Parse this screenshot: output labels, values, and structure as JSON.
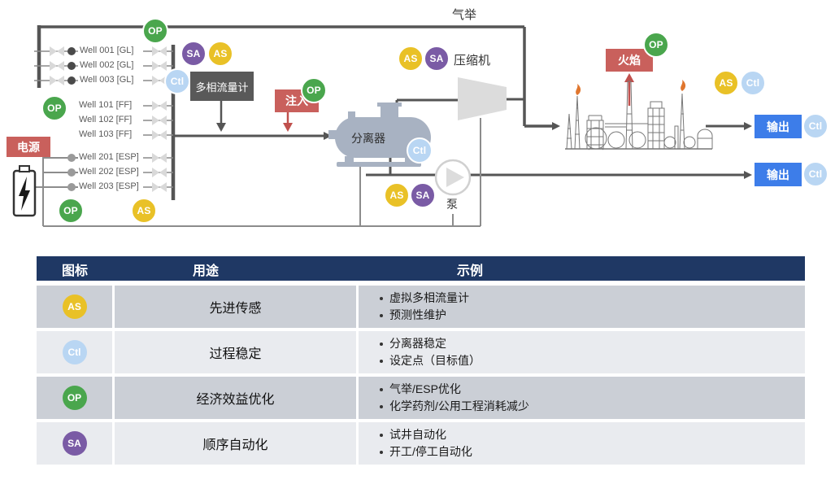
{
  "diagram": {
    "labels": {
      "gas_lift": "气举",
      "compressor": "压缩机",
      "separator": "分离器",
      "pump": "泵",
      "flow_meter": "多相流量计",
      "injection": "注入",
      "power": "电源",
      "flare": "火焰",
      "output_top": "输出",
      "output_bottom": "输出"
    },
    "wells": [
      {
        "label": "Well 001 [GL]"
      },
      {
        "label": "Well 002 [GL]"
      },
      {
        "label": "Well 003 [GL]"
      },
      {
        "label": "Well 101 [FF]"
      },
      {
        "label": "Well 102 [FF]"
      },
      {
        "label": "Well 103 [FF]"
      },
      {
        "label": "Well 201 [ESP]"
      },
      {
        "label": "Well 202 [ESP]"
      },
      {
        "label": "Well 203 [ESP]"
      }
    ]
  },
  "badges": {
    "op": "OP",
    "as": "AS",
    "sa": "SA",
    "ctl": "Ctl"
  },
  "colors": {
    "op_green": "#4aa64d",
    "as_yellow": "#e9c127",
    "sa_purple": "#7a5ba5",
    "ctl_blue": "#b9d6f3",
    "tag_red": "#c9605c",
    "tag_dark": "#595959",
    "output_blue": "#3d7de9",
    "table_header_navy": "#1f3864",
    "row_dark_gray": "#cbcfd6",
    "row_light_gray": "#e9ebef",
    "line_dark": "#555555",
    "line_gray": "#8c8c8c",
    "vessel_gray_blue": "#a8b2c2",
    "flame_orange": "#e0762e"
  },
  "table": {
    "headers": [
      "图标",
      "用途",
      "示例"
    ],
    "rows": [
      {
        "icon": "AS",
        "purpose": "先进传感",
        "examples": [
          "虚拟多相流量计",
          "预测性维护"
        ]
      },
      {
        "icon": "Ctl",
        "purpose": "过程稳定",
        "examples": [
          "分离器稳定",
          "设定点（目标值）"
        ]
      },
      {
        "icon": "OP",
        "purpose": "经济效益优化",
        "examples": [
          "气举/ESP优化",
          "化学药剂/公用工程消耗减少"
        ]
      },
      {
        "icon": "SA",
        "purpose": "顺序自动化",
        "examples": [
          "试井自动化",
          "开工/停工自动化"
        ]
      }
    ]
  }
}
